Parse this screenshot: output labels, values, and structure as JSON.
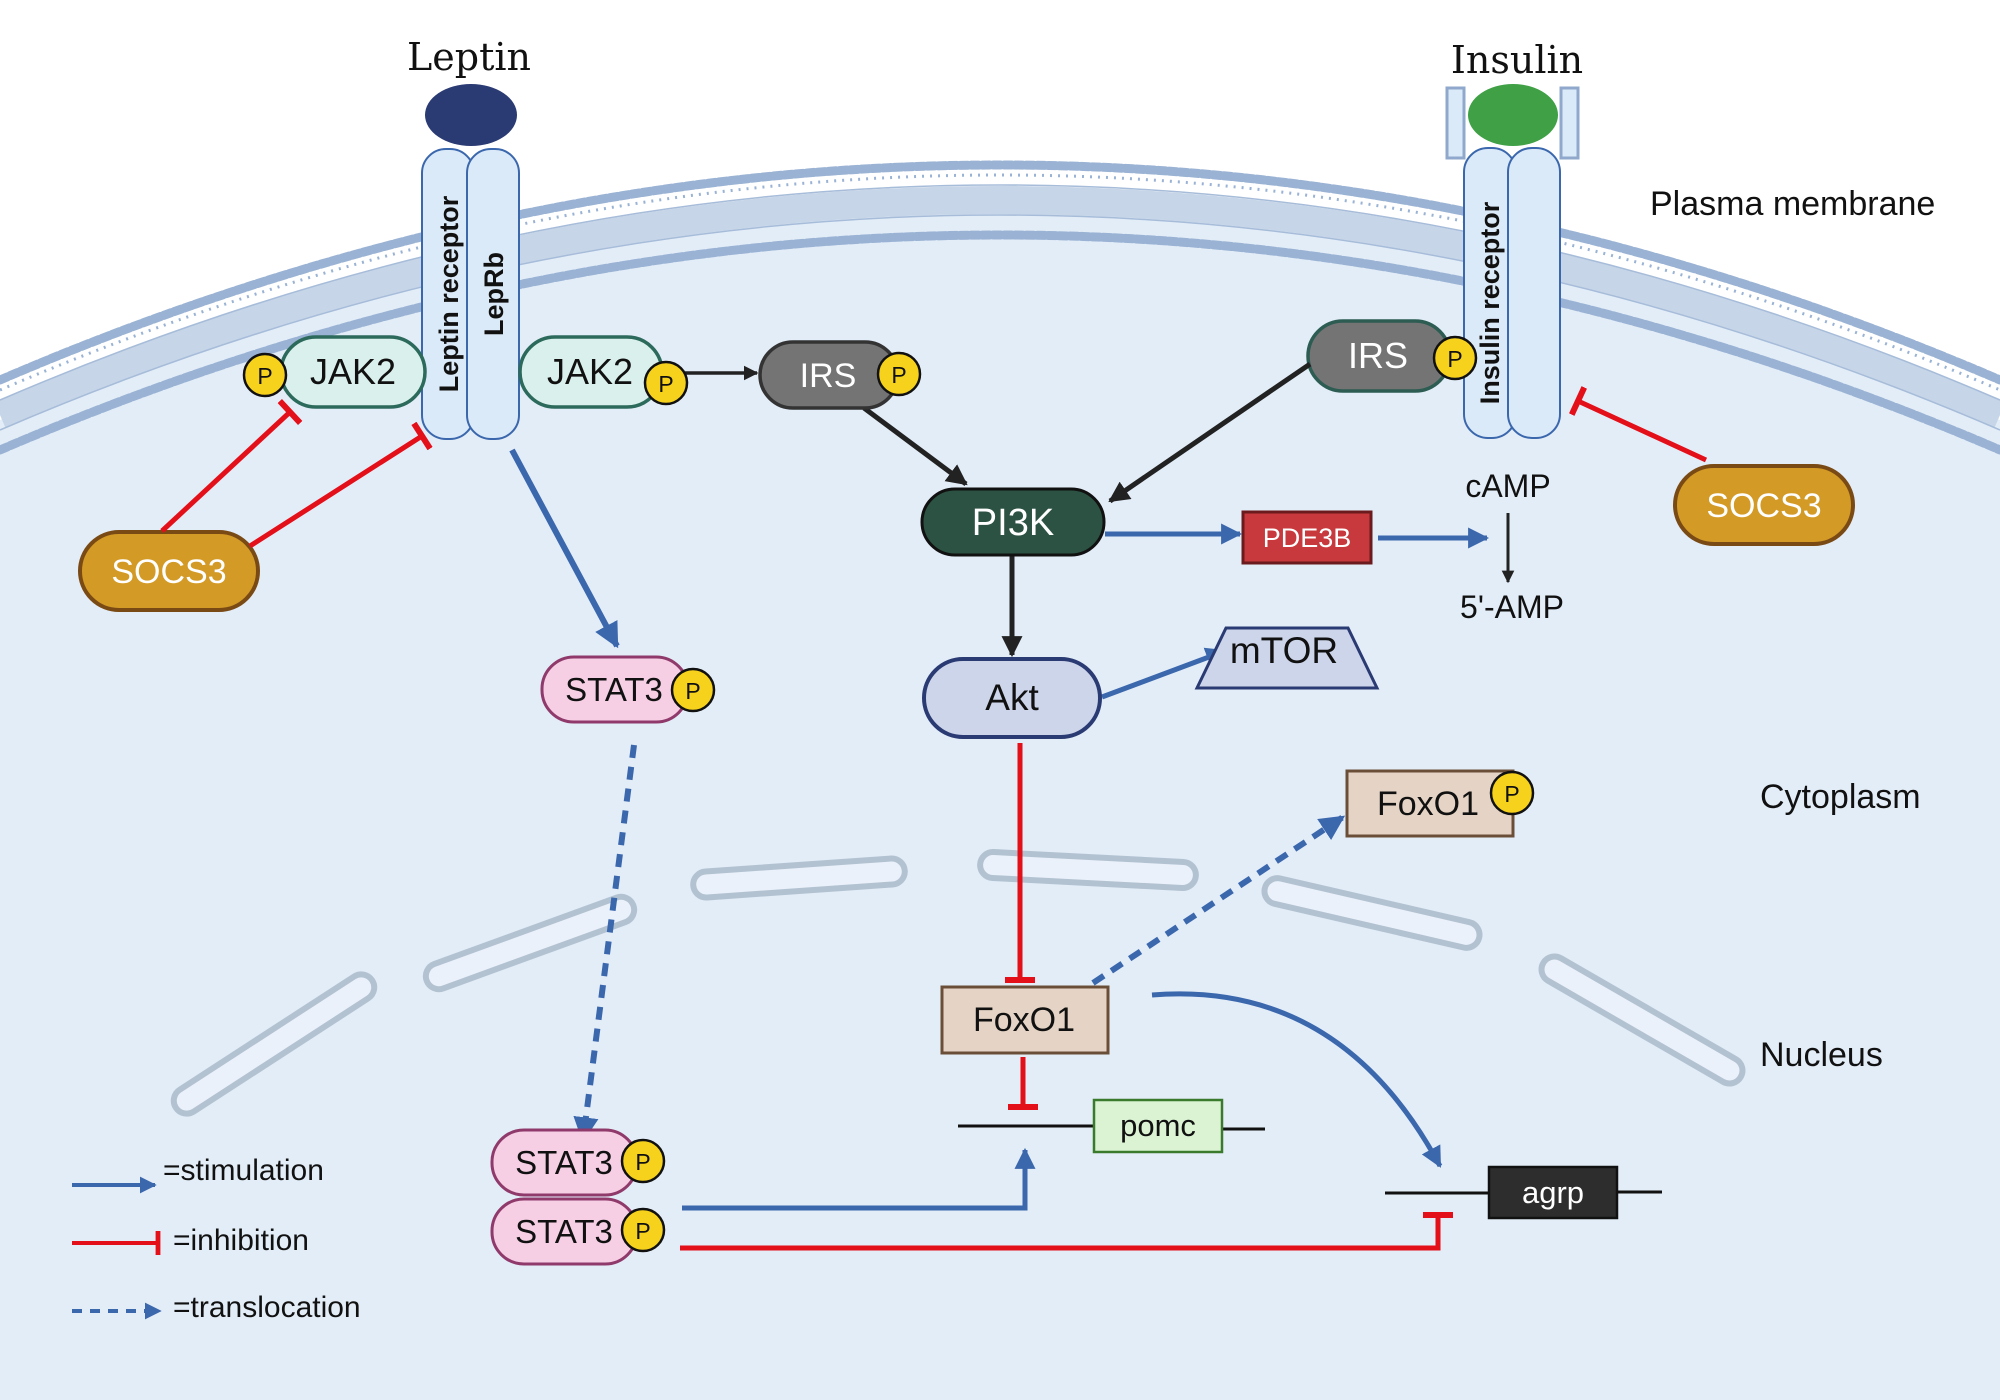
{
  "ligands": {
    "leptin": "Leptin",
    "insulin": "Insulin"
  },
  "receptors": {
    "leptin_receptor": "Leptin receptor",
    "leprb": "LepRb",
    "insulin_receptor": "Insulin receptor"
  },
  "compartments": {
    "plasma_membrane": "Plasma membrane",
    "cytoplasm": "Cytoplasm",
    "nucleus": "Nucleus"
  },
  "nodes": {
    "jak2": "JAK2",
    "irs": "IRS",
    "socs3": "SOCS3",
    "stat3": "STAT3",
    "pi3k": "PI3K",
    "pde3b": "PDE3B",
    "camp": "cAMP",
    "amp5": "5'-AMP",
    "akt": "Akt",
    "mtor": "mTOR",
    "foxo1": "FoxO1",
    "pomc": "pomc",
    "agrp": "agrp",
    "phospho": "P"
  },
  "legend": {
    "stimulation": "=stimulation",
    "inhibition": "=inhibition",
    "translocation": "=translocation"
  },
  "colors": {
    "cytoplasm": "#e3edf8",
    "membrane_head": "#9ab3d4",
    "stimulation": "#3b67ad",
    "inhibition": "#e3101a",
    "socs3": "#d39a26",
    "leptin": "#2a3a72",
    "insulin": "#3fa046",
    "pi3k": "#2c5243",
    "irs": "#747474",
    "pde3b": "#c7393c",
    "phospho": "#f7d21c"
  }
}
